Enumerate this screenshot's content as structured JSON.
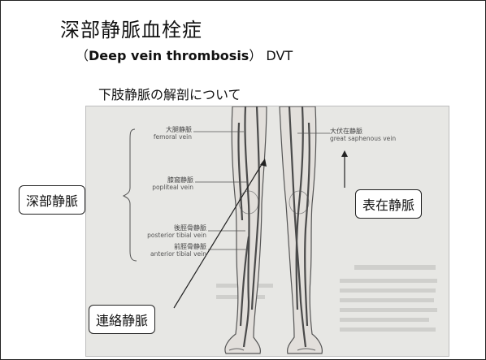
{
  "slide": {
    "title": "深部静脈血栓症",
    "subtitle_open": "（",
    "subtitle_english": "Deep vein thrombosis",
    "subtitle_close": "） DVT",
    "section_heading": "下肢静脈の解剖について"
  },
  "figure": {
    "labels": [
      {
        "jp": "大腿静脈",
        "en": "femoral vein"
      },
      {
        "jp": "膝窩静脈",
        "en": "popliteal vein"
      },
      {
        "jp": "後脛骨静脈",
        "en": "posterior tibial vein"
      },
      {
        "jp": "前脛骨静脈",
        "en": "anterior tibial vein"
      },
      {
        "jp": "大伏在静脈",
        "en": "great saphenous vein"
      }
    ]
  },
  "callouts": {
    "deep_veins": "深部静脈",
    "superficial_veins": "表在静脈",
    "communicating_veins": "連絡静脈"
  }
}
